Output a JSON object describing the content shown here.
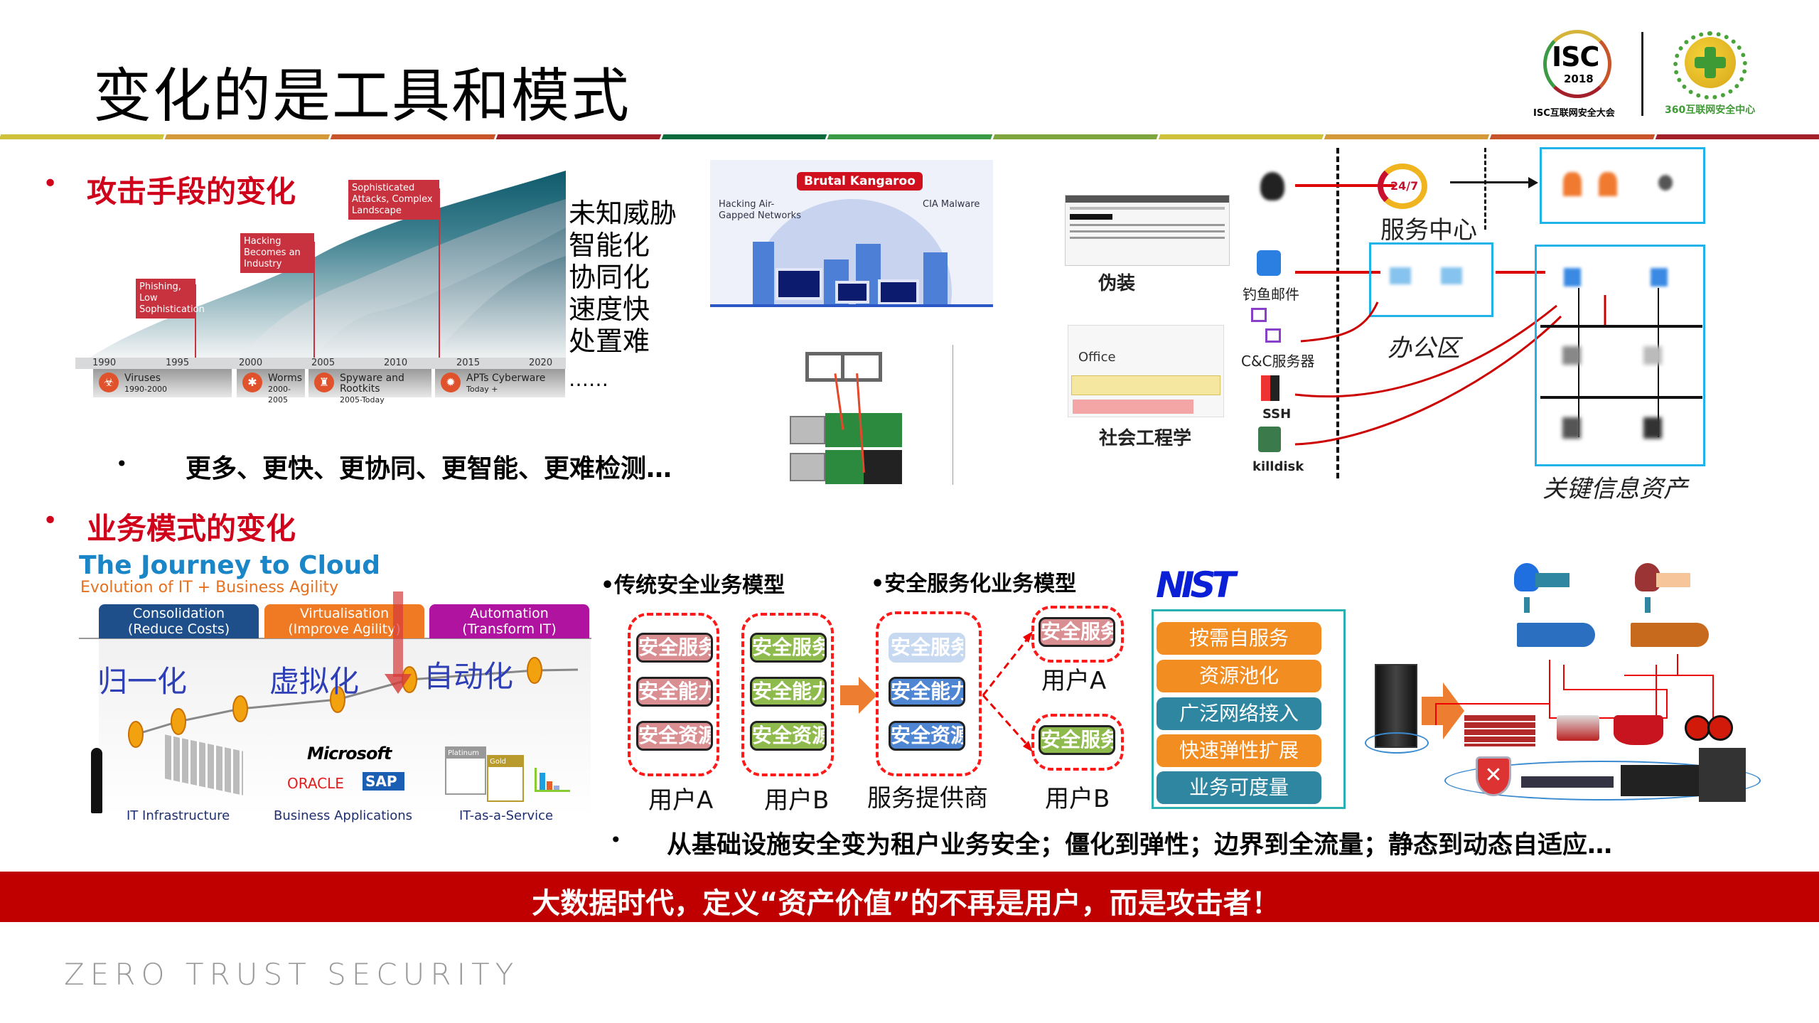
{
  "title": "变化的是工具和模式",
  "logos": {
    "isc": "ISC",
    "isc_year": "2018",
    "isc_caption": "ISC互联网安全大会",
    "center": "360互联网安全中心"
  },
  "header_line_colors": [
    "#cfc13a",
    "#d49a3a",
    "#c8542a",
    "#a3202a",
    "#0b6b3d",
    "#3b9a44",
    "#7fa53d",
    "#cfc13a",
    "#d49a3a",
    "#c8542a",
    "#a3202a"
  ],
  "section1": {
    "heading": "攻击手段的变化",
    "timeline": {
      "years": [
        "1990",
        "1995",
        "2000",
        "2005",
        "2010",
        "2015",
        "2020"
      ],
      "flags": [
        "Phishing, Low Sophistication",
        "Hacking Becomes an Industry",
        "Sophisticated Attacks, Complex Landscape"
      ],
      "categories": [
        {
          "name": "Viruses",
          "period": "1990-2000",
          "icon": "biohazard-icon"
        },
        {
          "name": "Worms",
          "period": "2000-2005",
          "icon": "bug-icon"
        },
        {
          "name": "Spyware and Rootkits",
          "period": "2005-Today",
          "icon": "spy-icon"
        },
        {
          "name": "APTs Cyberware",
          "period": "Today +",
          "icon": "virus-icon"
        }
      ]
    },
    "traits": [
      "未知威胁",
      "智能化",
      "协同化",
      "速度快",
      "处置难"
    ],
    "ellipsis": "……",
    "brutal": {
      "badge": "Brutal Kangaroo",
      "left": "Hacking Air-Gapped Networks",
      "right": "CIA Malware"
    },
    "bullet": "更多、更快、更协同、更智能、更难检测…",
    "attack_diagram": {
      "disguise": "伪装",
      "social": "社会工程学",
      "office_logo": "Office",
      "service_center": "服务中心",
      "badge_247": "24/7",
      "phishing": "钓鱼邮件",
      "cnc": "C&C服务器",
      "ssh": "SSH",
      "killdisk": "killdisk",
      "office_area": "办公区",
      "key_assets": "关键信息资产"
    }
  },
  "section2": {
    "heading": "业务模式的变化",
    "journey": {
      "title": "The Journey to Cloud",
      "subtitle": "Evolution of IT + Business Agility",
      "columns": [
        {
          "header": "Consolidation",
          "sub": "(Reduce Costs)",
          "cn": "归一化",
          "bottom": "IT  Infrastructure",
          "color": "#1e4f8a"
        },
        {
          "header": "Virtualisation",
          "sub": "(Improve Agility)",
          "cn": "虚拟化",
          "bottom": "Business Applications",
          "color": "#f07a24"
        },
        {
          "header": "Automation",
          "sub": "(Transform IT)",
          "cn": "自动化",
          "bottom": "IT-as-a-Service",
          "color": "#b0139f"
        }
      ],
      "vendors": {
        "microsoft": "Microsoft",
        "oracle": "ORACLE",
        "sap": "SAP"
      },
      "tiers": [
        "Platinum",
        "Gold"
      ]
    },
    "traditional": {
      "heading": "•传统安全业务模型",
      "items": [
        "安全服务",
        "安全能力",
        "安全资源"
      ],
      "user_a": "用户A",
      "user_b": "用户B"
    },
    "service": {
      "heading": "•安全服务化业务模型",
      "items": [
        "安全服务",
        "安全能力",
        "安全资源"
      ],
      "provider": "服务提供商",
      "user_a_item": "安全服务",
      "user_b_item": "安全服务",
      "user_a": "用户A",
      "user_b": "用户B"
    },
    "nist": {
      "logo": "NIST",
      "items": [
        {
          "label": "按需自服务",
          "color": "#f28d22"
        },
        {
          "label": "资源池化",
          "color": "#f28d22"
        },
        {
          "label": "广泛网络接入",
          "color": "#2e86a0"
        },
        {
          "label": "快速弹性扩展",
          "color": "#f28d22"
        },
        {
          "label": "业务可度量",
          "color": "#2e86a0"
        }
      ]
    },
    "bullet": "从基础设施安全变为租户业务安全；僵化到弹性；边界到全流量；静态到动态自适应…"
  },
  "banner": {
    "text": "大数据时代，定义“资产价值”的不再是用户，而是攻击者！",
    "color": "#c00000"
  },
  "footer": "ZERO TRUST SECURITY"
}
